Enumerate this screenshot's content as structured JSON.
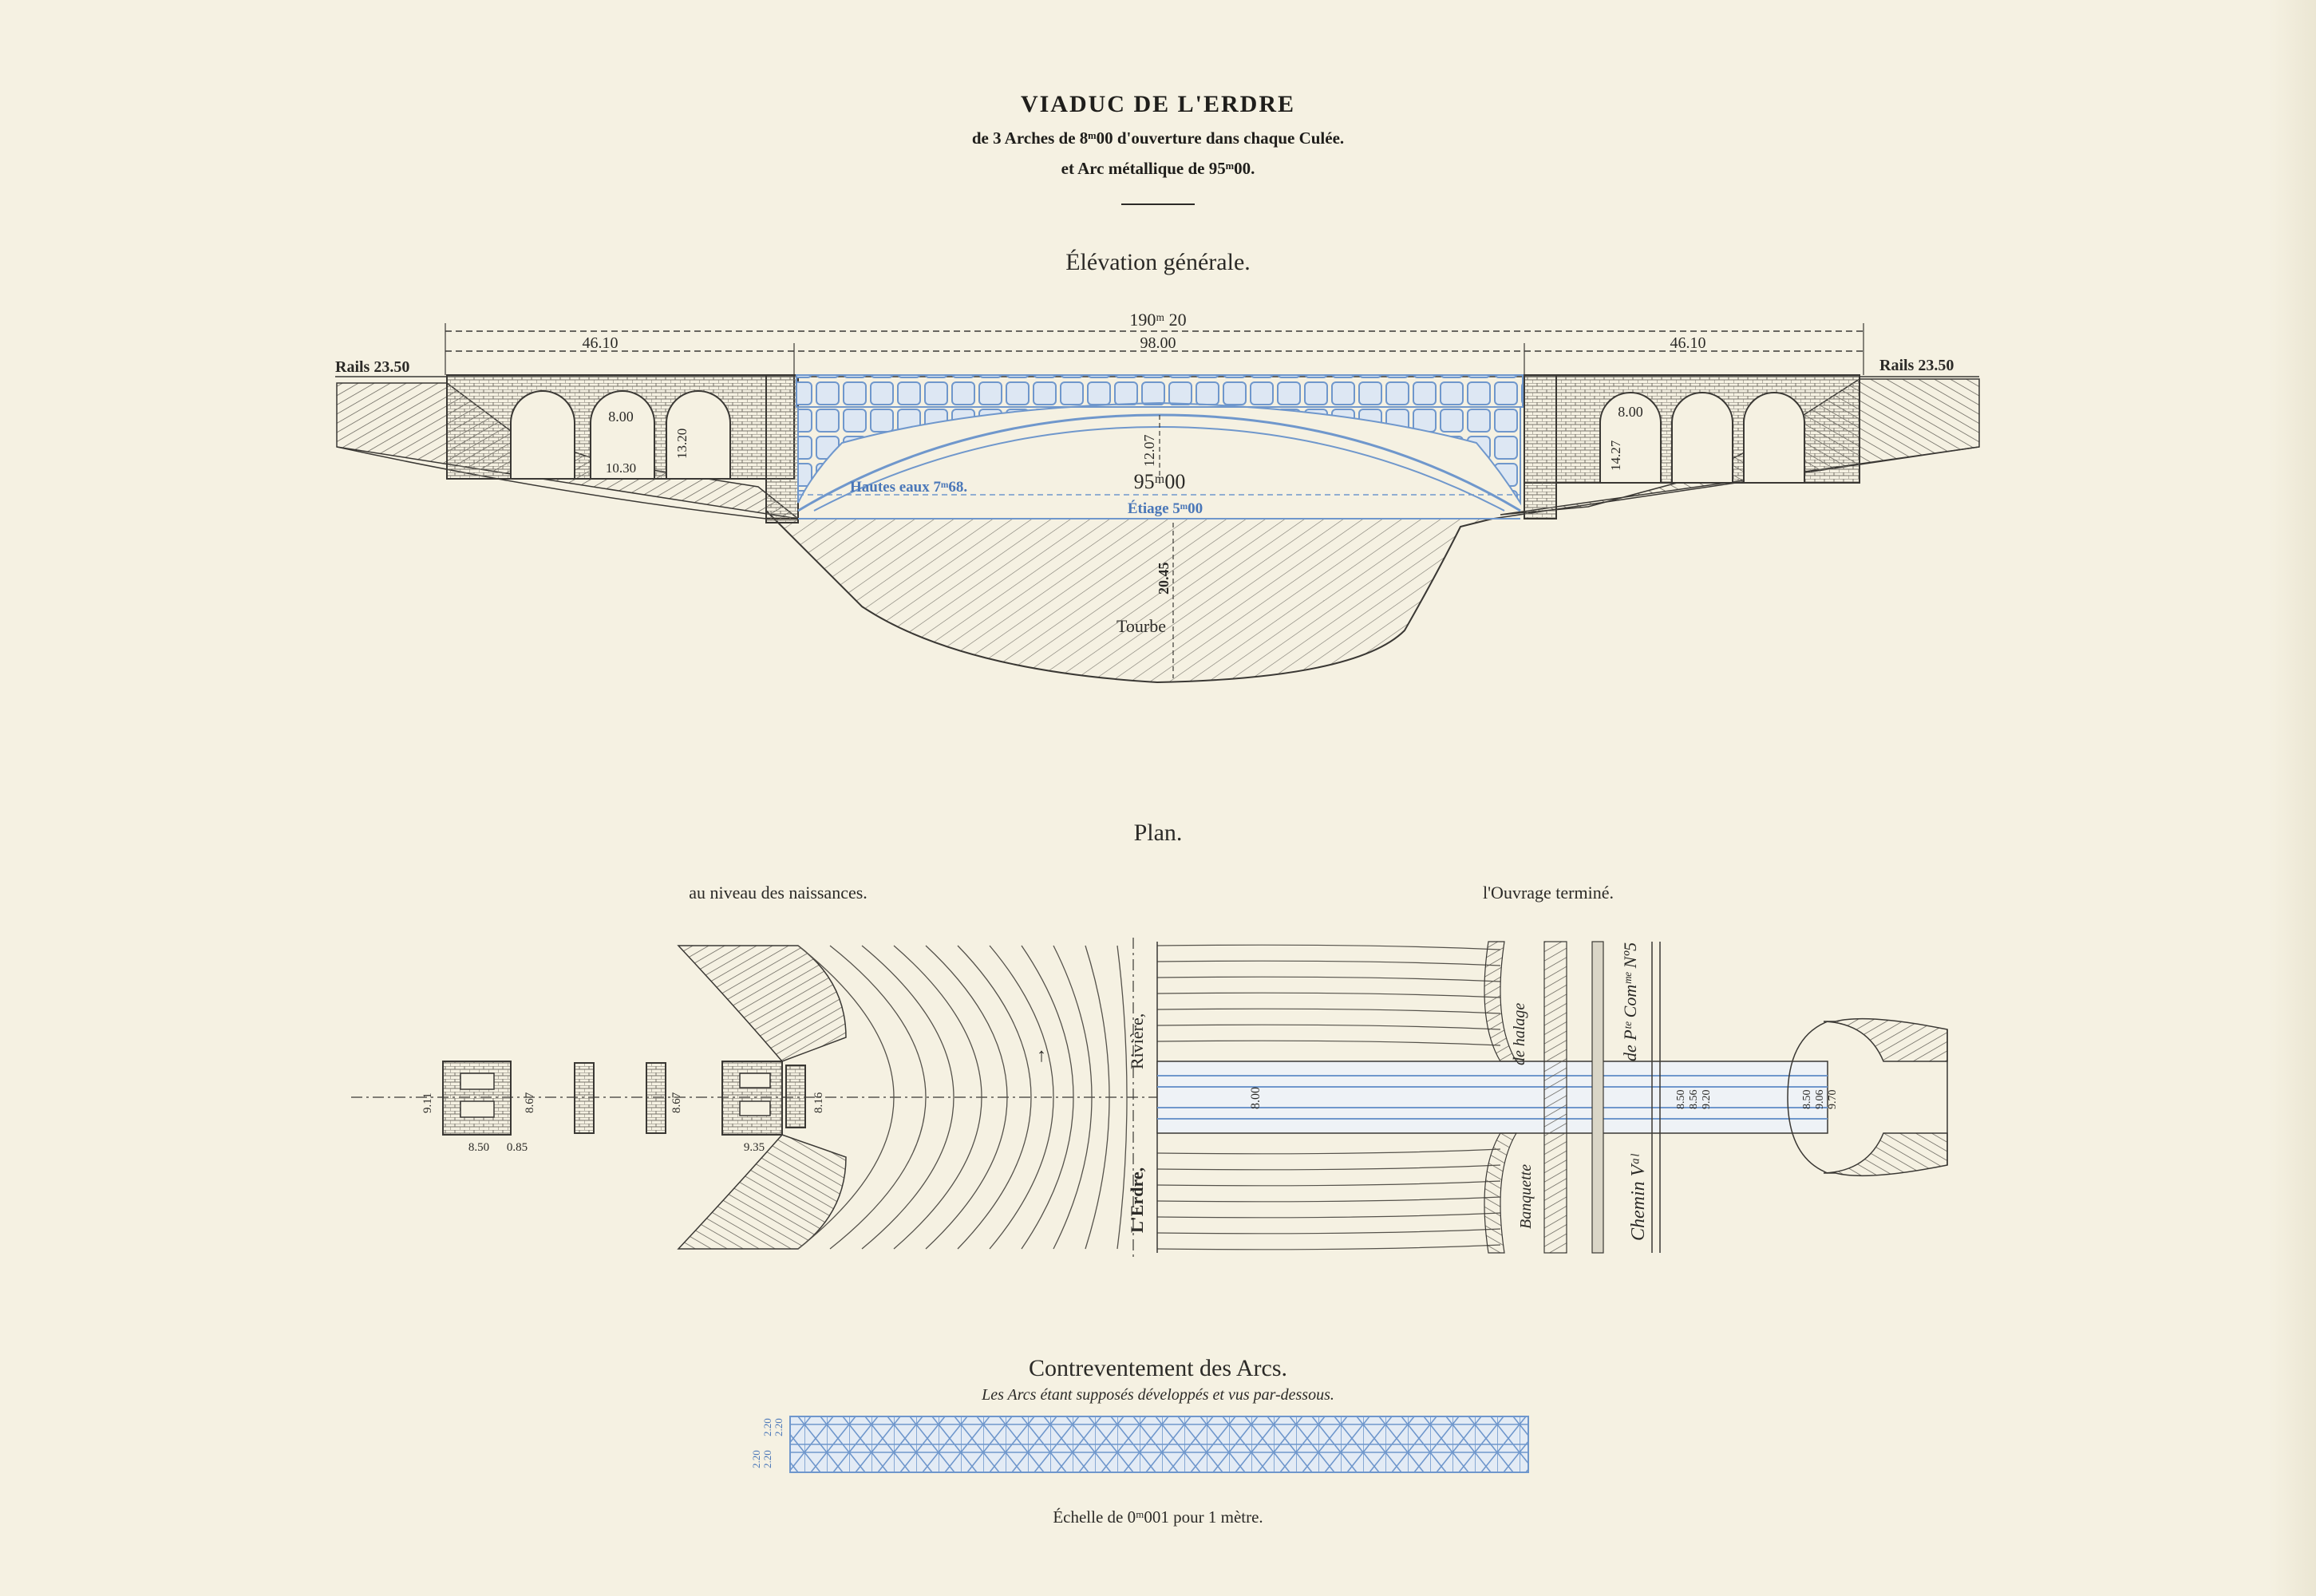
{
  "header": {
    "title": "VIADUC DE L'ERDRE",
    "line1": "de 3 Arches de 8ᵐ00 d'ouverture dans chaque Culée.",
    "line2": "et Arc métallique de 95ᵐ00."
  },
  "elevation": {
    "heading": "Élévation générale.",
    "total_length": "190ᵐ 20",
    "left_culee": "46.10",
    "right_culee": "46.10",
    "central_span": "98.00",
    "rails_left": "Rails 23.50",
    "rails_right": "Rails 23.50",
    "arch_opening_left": "8.00",
    "arch_opening_right": "8.00",
    "pier_height_left": "13.20",
    "pier_height_right": "14.27",
    "footing_left": "10.30",
    "arch_rise": "12.07",
    "arch_span": "95ᵐ00",
    "high_water": "Hautes eaux 7ᵐ68.",
    "low_water": "Étiage 5ᵐ00",
    "peat_depth": "20.45",
    "peat": "Tourbe"
  },
  "plan": {
    "heading": "Plan.",
    "left_caption": "au niveau des naissances.",
    "right_caption": "l'Ouvrage terminé.",
    "pier_dims": {
      "w1": "9.11",
      "w2": "8.67",
      "w3": "8.67",
      "w4": "8.16",
      "base1": "8.50",
      "base2": "0.85",
      "base3": "9.35"
    },
    "river_label_1": "Rivière,",
    "river_label_2": "L'Erdre,",
    "deck_width": "8.00",
    "towpath_1": "de halage",
    "towpath_2": "Banquette",
    "road_1": "de Pᵗᵉ Comᵐᵉ Nº5",
    "road_2": "Chemin Vᵃˡ",
    "abut_dims_1": [
      "8.50",
      "8.56",
      "9.20"
    ],
    "abut_dims_2": [
      "8.50",
      "9.06",
      "9.70"
    ]
  },
  "bracing": {
    "heading": "Contreventement des Arcs.",
    "subheading": "Les Arcs étant supposés développés et vus par-dessous.",
    "dims": [
      "2.20",
      "2.20",
      "2.20",
      "2.20"
    ]
  },
  "scale": "Échelle de 0ᵐ001 pour 1 mètre.",
  "colors": {
    "paper": "#f5f1e2",
    "ink": "#3a3834",
    "blue": "#6f97cc"
  }
}
